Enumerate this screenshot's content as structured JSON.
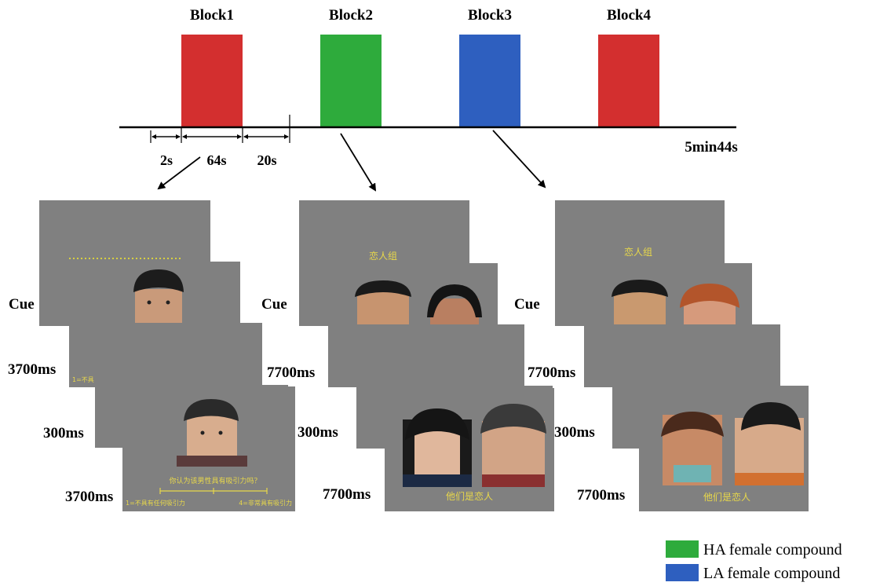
{
  "blocks": [
    {
      "label": "Block1",
      "color": "#d32f2f"
    },
    {
      "label": "Block2",
      "color": "#2eab3c"
    },
    {
      "label": "Block3",
      "color": "#2e5fbf"
    },
    {
      "label": "Block4",
      "color": "#d32f2f"
    }
  ],
  "timeline": {
    "total": "5min44s",
    "gap_before": "2s",
    "block_duration": "64s",
    "gap_after": "20s"
  },
  "sequences": {
    "block1": {
      "cue": "Cue",
      "cue_duration": "3700ms",
      "isi": "300ms",
      "trial_duration": "3700ms",
      "cue_hint": "1=不具",
      "question": "你认为该男性具有吸引力吗？",
      "scale_left": "1=不具有任何吸引力",
      "scale_right": "4=非常具有吸引力"
    },
    "block2": {
      "cue": "Cue",
      "cue_duration": "7700ms",
      "isi": "300ms",
      "trial_duration": "7700ms",
      "cue_title": "恋人组",
      "statement": "他们是恋人"
    },
    "block3": {
      "cue": "Cue",
      "cue_duration": "7700ms",
      "isi": "300ms",
      "trial_duration": "7700ms",
      "cue_title": "恋人组",
      "statement": "他们是恋人"
    }
  },
  "legend": [
    {
      "label": "HA female compound",
      "color": "#2eab3c"
    },
    {
      "label": "LA female compound",
      "color": "#2e5fbf"
    }
  ],
  "colors": {
    "screen_gray": "#808080",
    "text_yellow": "#e8d84a"
  }
}
